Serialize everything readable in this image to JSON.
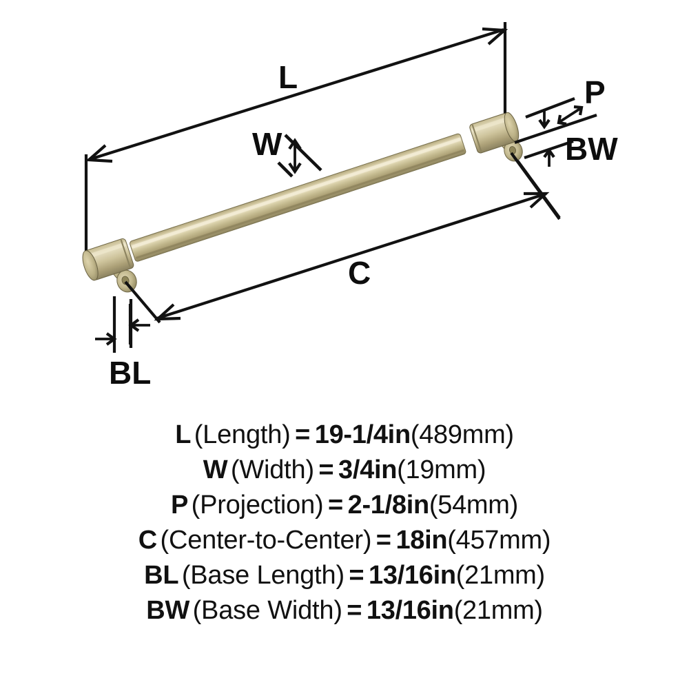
{
  "product": {
    "type": "cabinet-bar-pull",
    "finish_color": "#c9bd92",
    "line_color": "#121212",
    "background_color": "#ffffff"
  },
  "diagram": {
    "labels": {
      "length": "L",
      "width": "W",
      "projection": "P",
      "center_to_center": "C",
      "base_length": "BL",
      "base_width": "BW"
    }
  },
  "specs": [
    {
      "code": "L",
      "name": "(Length)",
      "equals": "=",
      "imperial": "19-1/4in",
      "metric": "(489mm)"
    },
    {
      "code": "W",
      "name": "(Width)",
      "equals": "=",
      "imperial": "3/4in",
      "metric": "(19mm)"
    },
    {
      "code": "P",
      "name": "(Projection)",
      "equals": "=",
      "imperial": "2-1/8in",
      "metric": "(54mm)"
    },
    {
      "code": "C",
      "name": "(Center-to-Center)",
      "equals": "=",
      "imperial": "18in",
      "metric": "(457mm)"
    },
    {
      "code": "BL",
      "name": "(Base Length)",
      "equals": "=",
      "imperial": "13/16in",
      "metric": "(21mm)"
    },
    {
      "code": "BW",
      "name": "(Base Width)",
      "equals": "=",
      "imperial": "13/16in",
      "metric": "(21mm)"
    }
  ]
}
